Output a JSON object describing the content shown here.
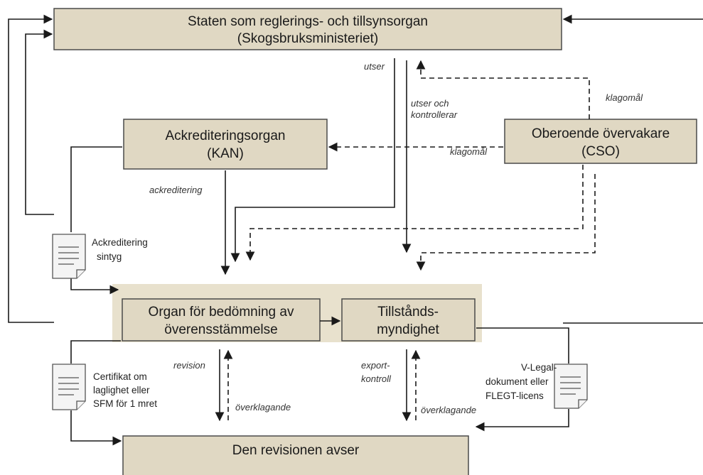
{
  "boxes": {
    "state_line1": "Staten som reglerings- och tillsynsorgan",
    "state_line2": "(Skogsbruksministeriet)",
    "accreditation_line1": "Ackrediteringsorgan",
    "accreditation_line2": "(KAN)",
    "monitor_line1": "Oberoende övervakare",
    "monitor_line2": "(CSO)",
    "conformity_line1": "Organ för bedömning av",
    "conformity_line2": "överensstämmelse",
    "licensing_line1": "Tillstånds-",
    "licensing_line2": "myndighet",
    "audited": "Den revisionen avser"
  },
  "labels": {
    "appoints": "utser",
    "appoints_controls_line1": "utser och",
    "appoints_controls_line2": "kontrollerar",
    "complaints_top": "klagomål",
    "complaints_mid": "klagomål",
    "accreditation": "ackreditering",
    "revision": "revision",
    "appeal_left": "överklagande",
    "export_line1": "export-",
    "export_line2": "kontroll",
    "appeal_right": "överklagande"
  },
  "documents": {
    "certificate_line1": "Ackreditering",
    "certificate_line2": "sintyg",
    "legality_line1": "Certifikat om",
    "legality_line2": "laglighet eller",
    "legality_line3": "SFM för 1 mret",
    "license_line1": "V-Legal-",
    "license_line2": "dokument eller",
    "license_line3": "FLEGT-licens"
  }
}
